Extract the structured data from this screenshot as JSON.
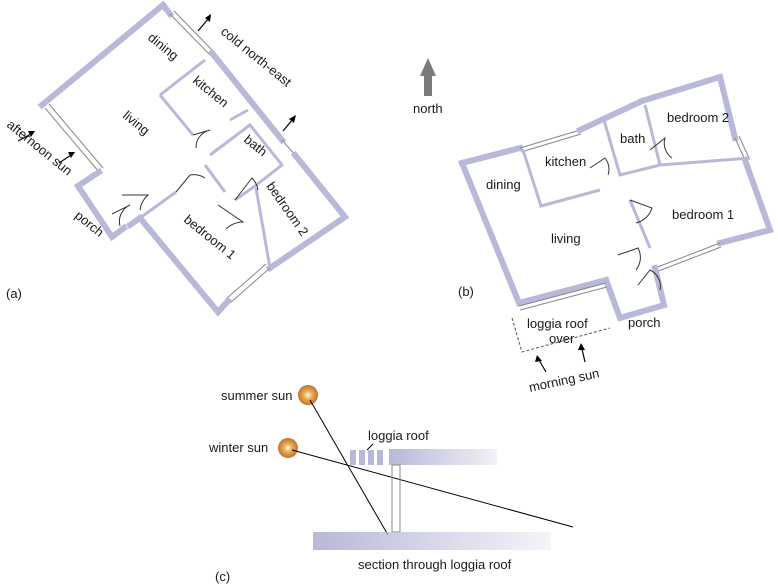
{
  "plan_a": {
    "label": "(a)",
    "rooms": {
      "dining": "dining",
      "kitchen": "kitchen",
      "living": "living",
      "bath": "bath",
      "bedroom1": "bedroom 1",
      "bedroom2": "bedroom 2",
      "porch": "porch"
    },
    "annotations": {
      "cold": "cold north-east",
      "afternoon": "afternoon sun"
    }
  },
  "north": "north",
  "plan_b": {
    "label": "(b)",
    "rooms": {
      "dining": "dining",
      "kitchen": "kitchen",
      "bath": "bath",
      "bedroom2": "bedroom 2",
      "bedroom1": "bedroom 1",
      "living": "living",
      "porch": "porch"
    },
    "loggia_line1": "loggia roof",
    "loggia_line2": "over",
    "morning": "morning sun"
  },
  "section": {
    "label": "(c)",
    "summer": "summer sun",
    "winter": "winter sun",
    "loggia": "loggia roof",
    "caption": "section through loggia roof"
  },
  "colors": {
    "wall": "#b8b8d8",
    "sun": "#d08a2a",
    "north_arrow": "#7a7a7a"
  }
}
